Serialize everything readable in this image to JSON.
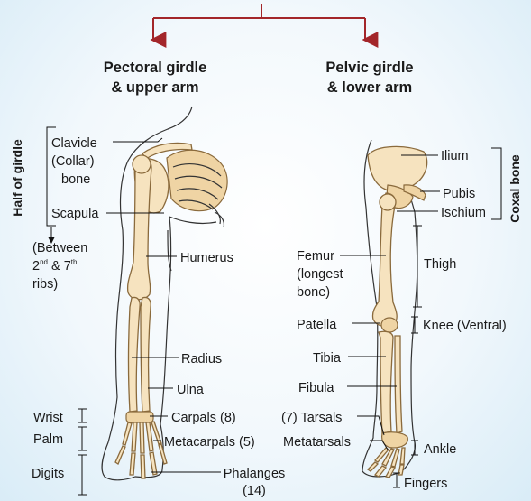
{
  "headings": {
    "left_line1": "Pectoral girdle",
    "left_line2": "& upper arm",
    "right_line1": "Pelvic girdle",
    "right_line2": "& lower arm"
  },
  "side_labels": {
    "left": "Half of girdle",
    "right": "Coxal bone"
  },
  "upper_labels": {
    "clavicle_1": "Clavicle",
    "clavicle_2": "(Collar)",
    "clavicle_3": "bone",
    "scapula": "Scapula",
    "between_1": "(Between",
    "between_2_a": "2",
    "between_2_sup1": "nd",
    "between_2_b": " & 7",
    "between_2_sup2": "th",
    "between_3": "ribs)",
    "humerus": "Humerus",
    "radius": "Radius",
    "ulna": "Ulna",
    "carpals": "Carpals (8)",
    "metacarpals": "Metacarpals (5)",
    "phalanges": "Phalanges",
    "phalanges_count": "(14)",
    "wrist": "Wrist",
    "palm": "Palm",
    "digits": "Digits"
  },
  "lower_labels": {
    "ilium": "Ilium",
    "pubis": "Pubis",
    "ischium": "Ischium",
    "femur_1": "Femur",
    "femur_2": "(longest",
    "femur_3": "bone)",
    "thigh": "Thigh",
    "patella": "Patella",
    "knee": "Knee (Ventral)",
    "tibia": "Tibia",
    "fibula": "Fibula",
    "tarsals": "(7) Tarsals",
    "metatarsals": "Metatarsals",
    "ankle": "Ankle",
    "fingers": "Fingers"
  },
  "colors": {
    "arrow": "#a3262a",
    "bone": "#f6e3bf",
    "background": "#e4f1f9"
  }
}
